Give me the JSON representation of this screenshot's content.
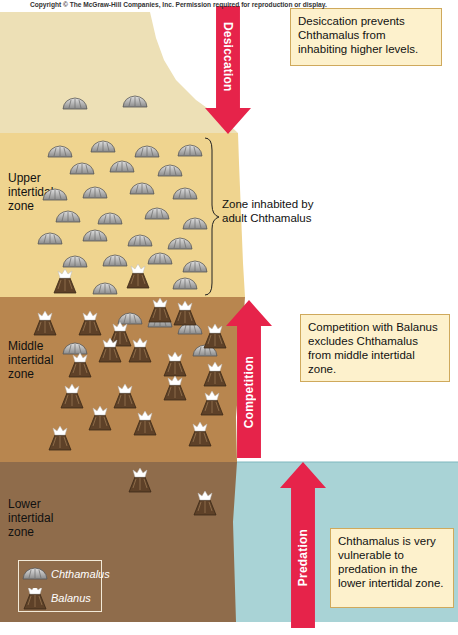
{
  "diagram": {
    "nodes": [
      {
        "text": [
          "Desiccation"
        ]
      },
      {
        "text": [
          "Desiccation prevents Chthamalus from inhabiting higher levels."
        ]
      },
      {
        "text": [
          "Upper intertidal zone"
        ]
      },
      {
        "text": [
          "Middle intertidal zone"
        ]
      },
      {
        "text": [
          "Competition"
        ]
      },
      {
        "text": [
          "Competition with Balanus excludes Chthamalus from middle intertidal zone."
        ]
      },
      {
        "text": [
          "Lower intertidal zone"
        ]
      },
      {
        "text": [
          "Predation"
        ]
      },
      {
        "text": [
          "Chthamalus is very vulnerable to predation in the lower intertidal zone."
        ]
      }
    ],
    "labels": [
      "Copyright © The McGraw-Hill Companies, Inc. Permission required for reproduction or display.",
      "Zone inhabited by adult Chthamalus"
    ],
    "legend": [
      {
        "text": "Chthamalus"
      },
      {
        "text": "Balanus"
      }
    ]
  }
}
